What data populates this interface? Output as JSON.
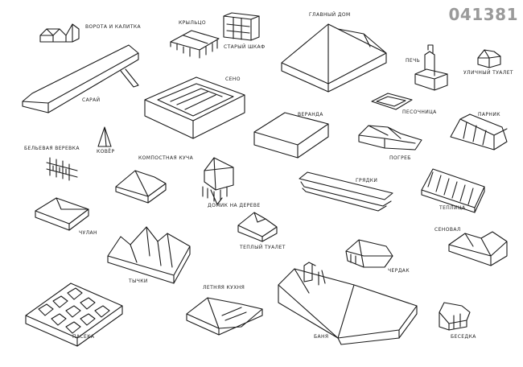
{
  "code": "041381",
  "labels": {
    "gate": "ВОРОТА И КАЛИТКА",
    "porch": "КРЫЛЬЦО",
    "old_wardrobe": "СТАРЫЙ ШКАФ",
    "main_house": "ГЛАВНЫЙ ДОМ",
    "stove": "ПЕЧЬ",
    "street_toilet": "УЛИЧНЫЙ ТУАЛЕТ",
    "barn": "САРАЙ",
    "hay": "СЕНО",
    "sandbox": "ПЕСОЧНИЦА",
    "veranda": "ВЕРАНДА",
    "greenhouse": "ПАРНИК",
    "cellar": "ПОГРЕБ",
    "clothesline": "БЕЛЬЕВАЯ ВЕРЕВКА",
    "carpet": "КОВЁР",
    "compost": "КОМПОСТНАЯ КУЧА",
    "garden_beds": "ГРЯДКИ",
    "tree_house": "ДОМИК НА ДЕРЕВЕ",
    "hothouse": "ТЕПЛИЦА",
    "shed": "ЧУЛАН",
    "warm_toilet": "ТЕПЛЫЙ ТУАЛЕТ",
    "hayloft": "СЕНОВАЛ",
    "attic": "ЧЕРДАК",
    "tents": "ТЫЧКИ",
    "summer_kitchen": "ЛЕТНЯЯ КУХНЯ",
    "apiary": "ПАСЕКА",
    "bathhouse": "БАНЯ",
    "gazebo": "БЕСЕДКА"
  }
}
